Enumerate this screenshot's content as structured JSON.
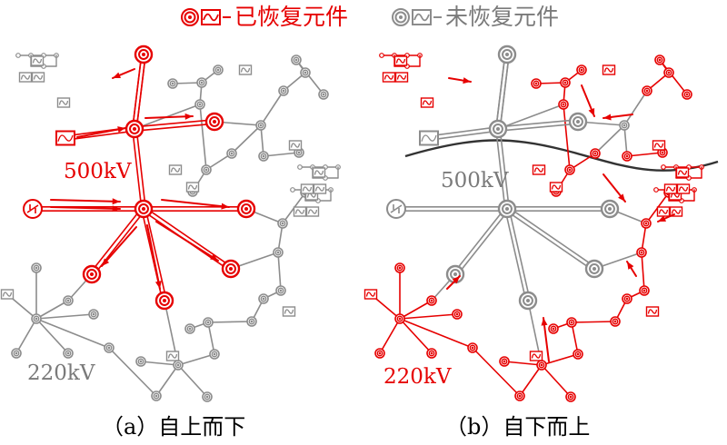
{
  "legend": {
    "restored_label": "已恢复元件",
    "unrestored_label": "未恢复元件",
    "dash": "–"
  },
  "colors": {
    "restored": "#e60000",
    "unrestored": "#8c8c8c",
    "river": "#333333",
    "text_gray": "#7a7a7a"
  },
  "panel_a": {
    "caption": "（a）自上而下",
    "label_500kv": "500kV",
    "label_220kv": "220kV",
    "label_500kv_state": "restored",
    "label_220kv_state": "unrestored"
  },
  "panel_b": {
    "caption": "（b）自下而上",
    "label_500kv": "500kV",
    "label_220kv": "220kV",
    "label_500kv_state": "unrestored",
    "label_220kv_state": "restored"
  },
  "icons": [
    "restored-bus-icon",
    "restored-generator-icon",
    "unrestored-bus-icon",
    "unrestored-generator-icon",
    "grid-source-icon"
  ]
}
